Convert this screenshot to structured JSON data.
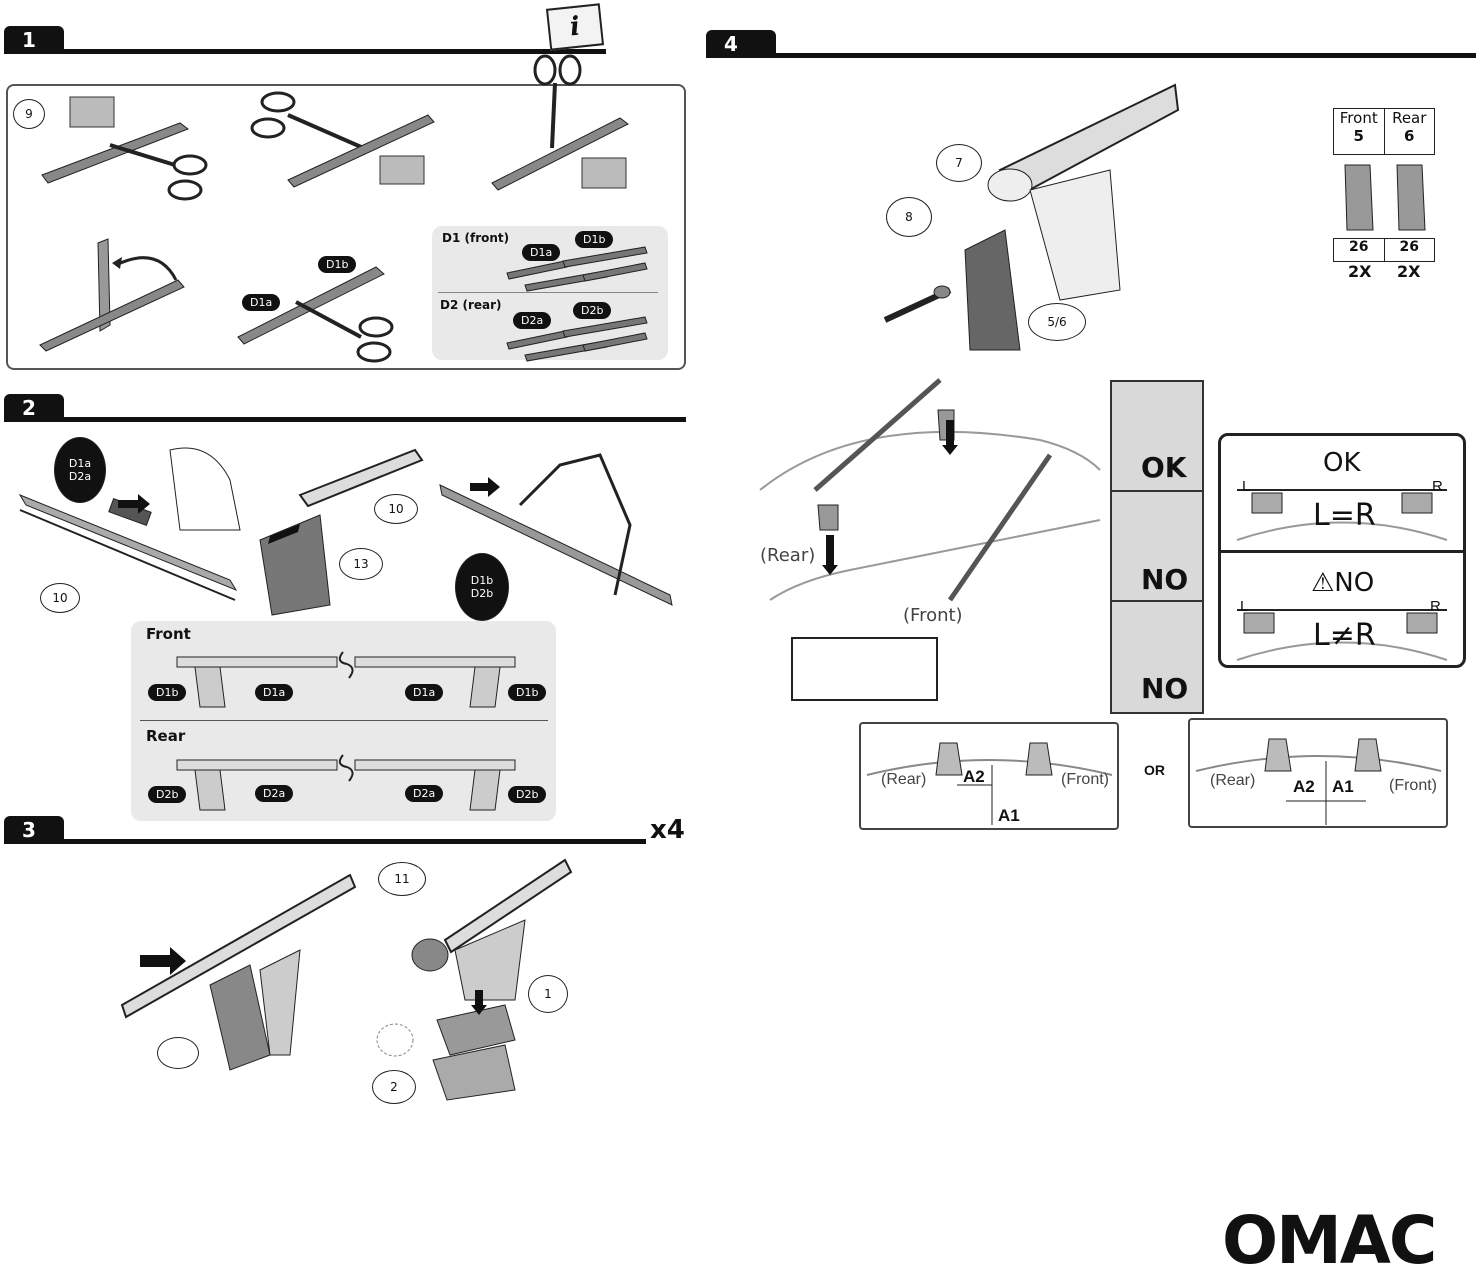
{
  "steps": {
    "s1": "1",
    "s2": "2",
    "s3": "3",
    "s4": "4"
  },
  "step1": {
    "callout_9": "9",
    "d1_title": "D1 (front)",
    "d2_title": "D2 (rear)",
    "tag_d1a": "D1a",
    "tag_d1b": "D1b",
    "tag_d2a": "D2a",
    "tag_d2b": "D2b"
  },
  "step2": {
    "tag_d1a_d2a_line1": "D1a",
    "tag_d1a_d2a_line2": "D2a",
    "tag_d1b_d2b_line1": "D1b",
    "tag_d1b_d2b_line2": "D2b",
    "callout_10a": "10",
    "callout_10b": "10",
    "callout_13": "13",
    "front_label": "Front",
    "rear_label": "Rear",
    "front_tags": [
      "D1b",
      "D1a",
      "D1a",
      "D1b"
    ],
    "rear_tags": [
      "D2b",
      "D2a",
      "D2a",
      "D2b"
    ]
  },
  "step3": {
    "multiplier": "x4",
    "callout_11": "11",
    "callout_1": "1",
    "callout_2": "2"
  },
  "step4": {
    "callout_7": "7",
    "callout_8": "8",
    "callout_56": "5/6",
    "table_front": "Front",
    "table_rear": "Rear",
    "table_front_num": "5",
    "table_rear_num": "6",
    "table_front_size": "26",
    "table_rear_size": "26",
    "qty_front": "2X",
    "qty_rear": "2X",
    "rear_label": "(Rear)",
    "front_label": "(Front)",
    "ok": "OK",
    "no1": "NO",
    "no2": "NO",
    "panel_ok": "OK",
    "panel_no": "⚠NO",
    "l": "L",
    "r": "R",
    "l_eq_r": "L=R",
    "l_ne_r": "L≠R",
    "or": "OR",
    "dim_a1": "A1",
    "dim_a2": "A2",
    "left_rear": "(Rear)",
    "left_front": "(Front)",
    "right_rear": "(Rear)",
    "right_front": "(Front)"
  },
  "brand": "OMAC"
}
